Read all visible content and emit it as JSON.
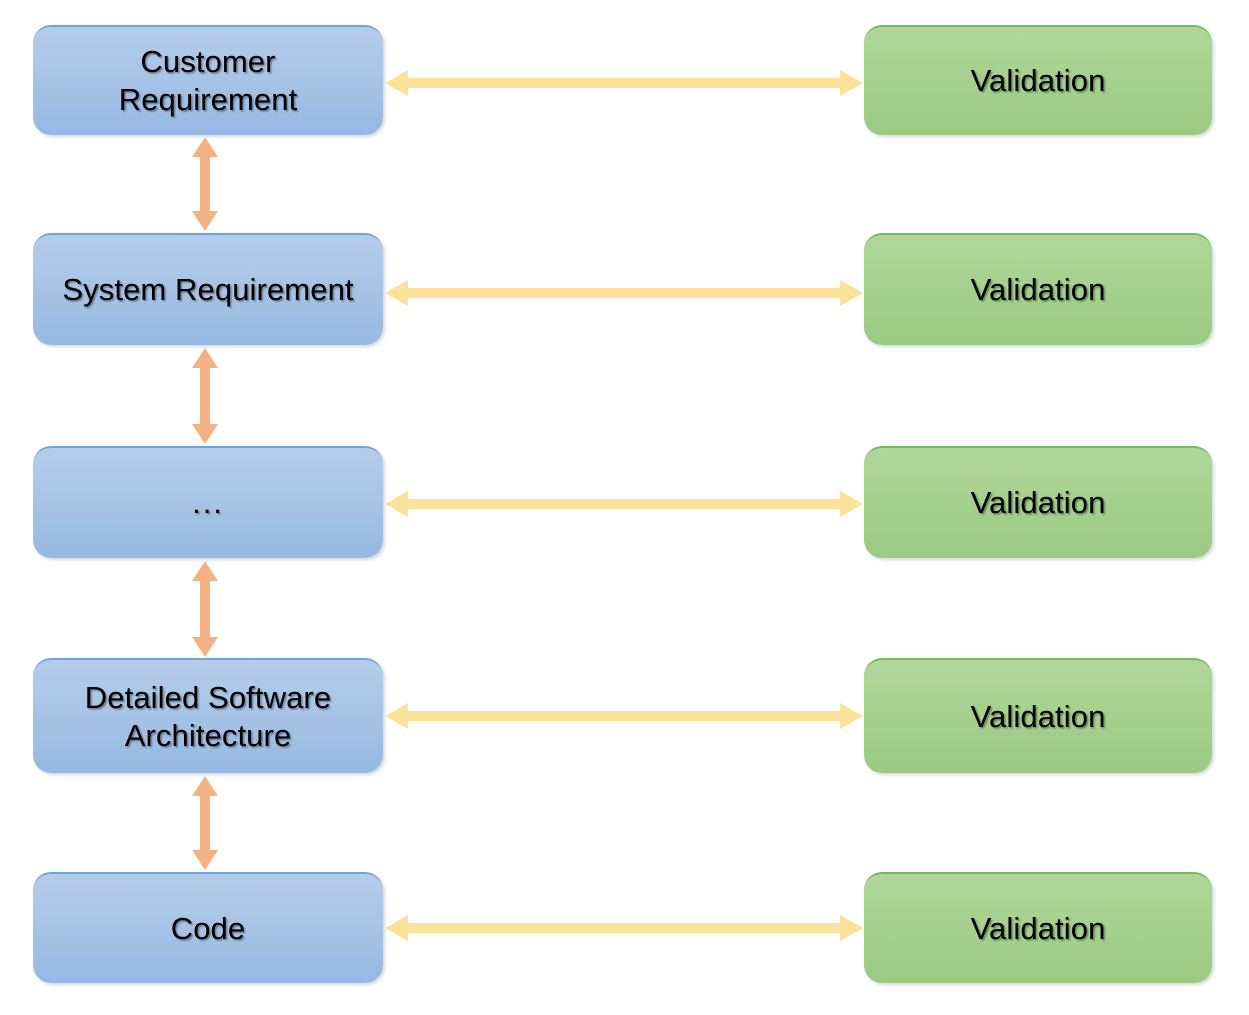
{
  "diagram": {
    "title": "Requirements Validation Diagram",
    "type": "two-column-flow",
    "background_color": "#FFFFFF",
    "colors": {
      "left_box_fill_top": "#B4CDEA",
      "left_box_fill_bottom": "#96B8E2",
      "left_box_border": "#6FA3DC",
      "right_box_fill_top": "#AFD69A",
      "right_box_fill_bottom": "#9BCA84",
      "right_box_border": "#74B95B",
      "horizontal_arrow": "#FCE199",
      "vertical_arrow": "#F4B183",
      "text": "#000000"
    },
    "left_column": {
      "label": "artifact-levels",
      "nodes": [
        {
          "id": "customer-requirement",
          "label": "Customer\nRequirement"
        },
        {
          "id": "system-requirement",
          "label": "System Requirement"
        },
        {
          "id": "intermediate-levels",
          "label": "..."
        },
        {
          "id": "detailed-software-architecture",
          "label": "Detailed Software\nArchitecture"
        },
        {
          "id": "code",
          "label": "Code"
        }
      ]
    },
    "right_column": {
      "label": "validation-activities",
      "nodes": [
        {
          "id": "validation-1",
          "label": "Validation"
        },
        {
          "id": "validation-2",
          "label": "Validation"
        },
        {
          "id": "validation-3",
          "label": "Validation"
        },
        {
          "id": "validation-4",
          "label": "Validation"
        },
        {
          "id": "validation-5",
          "label": "Validation"
        }
      ]
    },
    "horizontal_connectors": {
      "count": 5,
      "style": "double-headed",
      "color": "#FCE199",
      "meaning": "validates"
    },
    "vertical_connectors": {
      "count": 4,
      "style": "double-headed",
      "color": "#F4B183",
      "meaning": "refines / traces-to"
    }
  }
}
